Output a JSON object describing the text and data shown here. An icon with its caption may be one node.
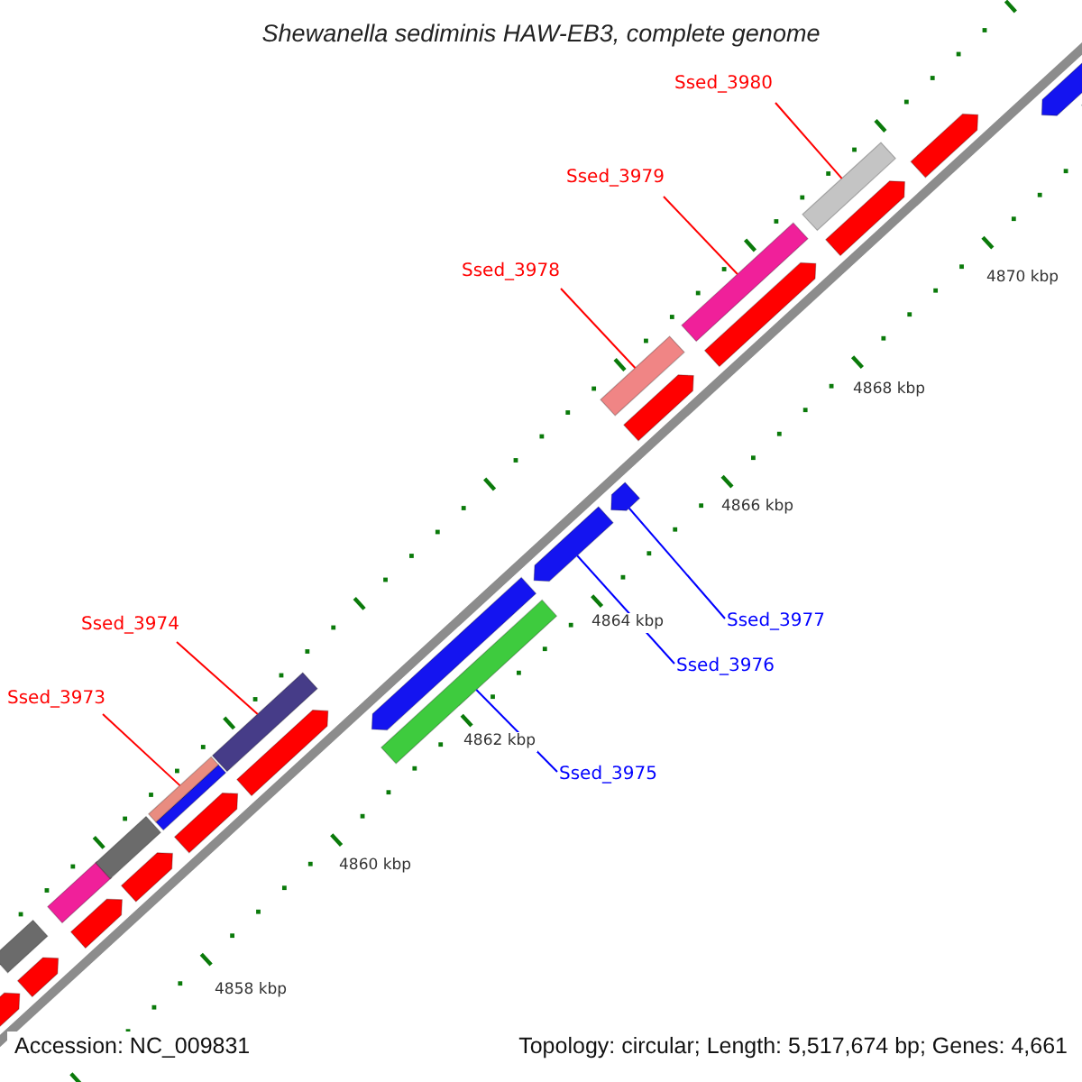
{
  "diagram": {
    "title": "Shewanella sediminis HAW-EB3, complete genome",
    "nodes": [
      {
        "text": [
          "Ssed_3980"
        ]
      },
      {
        "text": [
          "Ssed_3979"
        ]
      },
      {
        "text": [
          "Ssed_3978"
        ]
      },
      {
        "text": [
          "Ssed_3977"
        ]
      },
      {
        "text": [
          "Ssed_3974"
        ]
      },
      {
        "text": [
          "Ssed_3976"
        ]
      },
      {
        "text": [
          "Ssed_3973"
        ]
      },
      {
        "text": [
          "Ssed_3975"
        ]
      },
      {
        "text": [],
        "shape": "bar"
      },
      {
        "text": [],
        "shape": "bar"
      },
      {
        "text": [],
        "shape": "bar"
      },
      {
        "text": [],
        "shape": "arrow"
      },
      {
        "text": [],
        "shape": "bar"
      },
      {
        "text": [],
        "shape": "arrow"
      },
      {
        "text": [],
        "shape": "bar"
      },
      {
        "text": [],
        "shape": "bar"
      },
      {
        "text": [],
        "shape": "arrow"
      }
    ],
    "edges": [
      {
        "from": 0,
        "to": 8,
        "arrow": "none"
      },
      {
        "from": 1,
        "to": 9,
        "arrow": "none"
      },
      {
        "from": 2,
        "to": 10,
        "arrow": "none"
      },
      {
        "from": 3,
        "to": 11,
        "arrow": "none",
        "color": "#0000ff"
      },
      {
        "from": 4,
        "to": 12,
        "arrow": "none"
      },
      {
        "from": 5,
        "to": 13,
        "arrow": "none",
        "color": "#0000ff"
      },
      {
        "from": 6,
        "to": 14,
        "arrow": "none"
      },
      {
        "from": 7,
        "to": 15,
        "arrow": "none",
        "color": "#0000ff"
      }
    ],
    "labels": [
      "4870 kbp",
      "4868 kbp",
      "4866 kbp",
      "4864 kbp",
      "4862 kbp",
      "4860 kbp",
      "4858 kbp",
      "Accession: NC_009831",
      "Topology: circular; Length: 5,517,674 bp; Genes: 4,661"
    ]
  }
}
